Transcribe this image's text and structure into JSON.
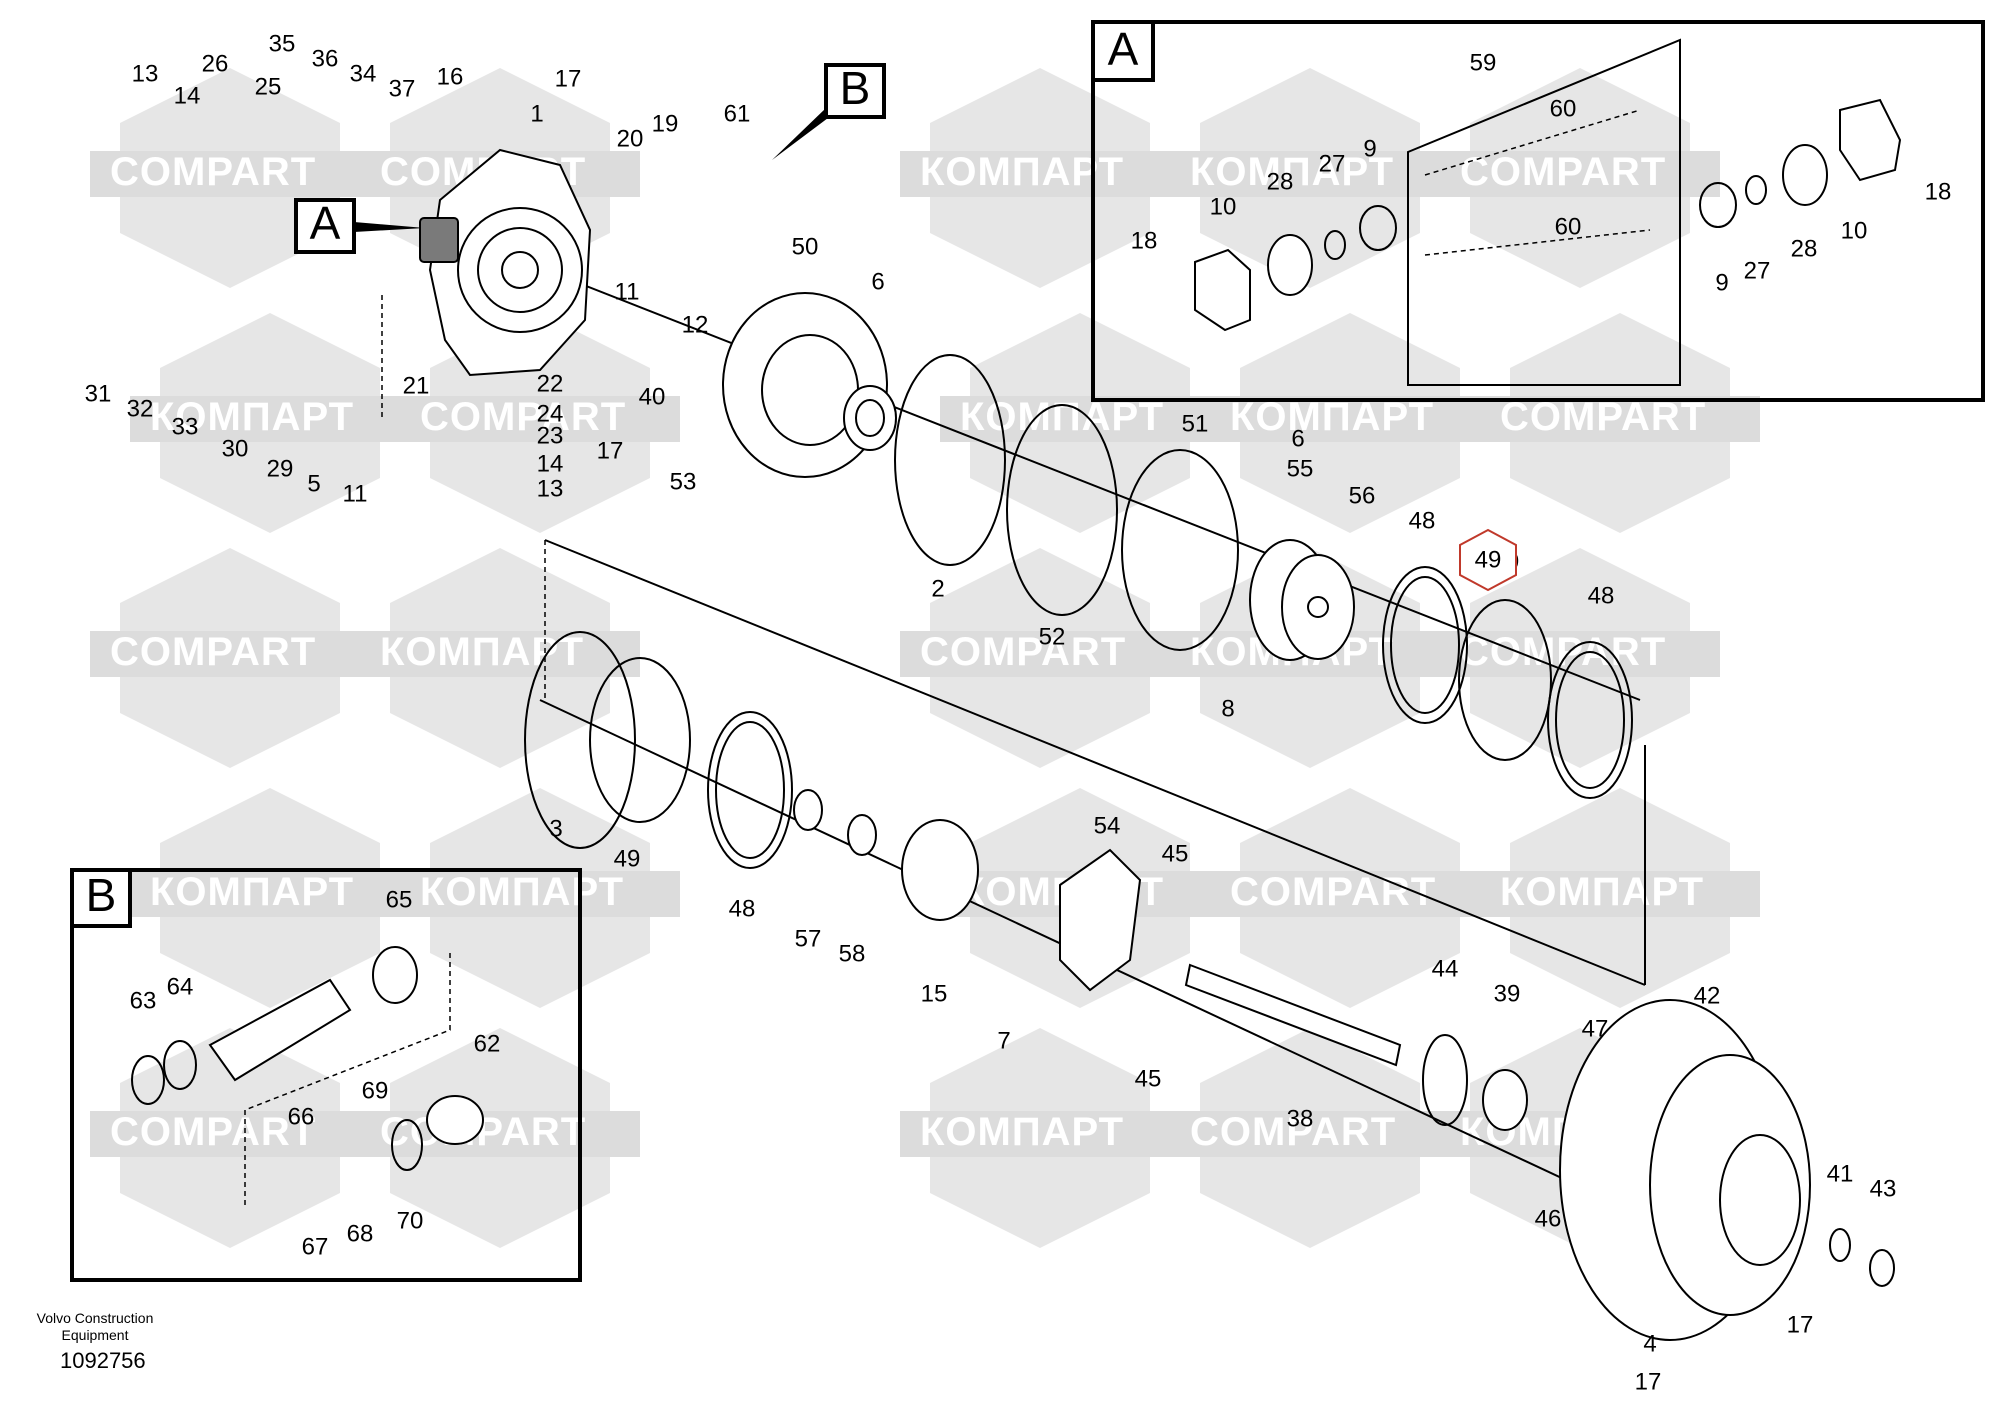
{
  "watermark": {
    "brand_latin": "COMPART",
    "brand_cyrillic": "КОМПАРТ",
    "positions": [
      {
        "row": 0,
        "text": "COMPART"
      },
      {
        "row": 0,
        "text": "COMPART"
      },
      {
        "row": 0,
        "text": "КОМПАРТ"
      },
      {
        "row": 0,
        "text": "КОМПАРТ"
      },
      {
        "row": 0,
        "text": "COMPART"
      },
      {
        "row": 1,
        "text": "КОМПАРТ"
      },
      {
        "row": 1,
        "text": "COMPART"
      },
      {
        "row": 1,
        "text": "КОМПАРТ"
      },
      {
        "row": 1,
        "text": "КОМПАРТ"
      },
      {
        "row": 1,
        "text": "COMPART"
      },
      {
        "row": 2,
        "text": "COMPART"
      },
      {
        "row": 2,
        "text": "КОМПАРТ"
      },
      {
        "row": 2,
        "text": "COMPART"
      },
      {
        "row": 2,
        "text": "КОМПАРТ"
      },
      {
        "row": 2,
        "text": "COMPART"
      },
      {
        "row": 3,
        "text": "КОМПАРТ"
      },
      {
        "row": 3,
        "text": "КОМПАРТ"
      },
      {
        "row": 3,
        "text": "КОМПАРТ"
      },
      {
        "row": 3,
        "text": "COMPART"
      },
      {
        "row": 3,
        "text": "КОМПАРТ"
      },
      {
        "row": 4,
        "text": "COMPART"
      },
      {
        "row": 4,
        "text": "COMPART"
      },
      {
        "row": 4,
        "text": "КОМПАРТ"
      },
      {
        "row": 4,
        "text": "COMPART"
      },
      {
        "row": 4,
        "text": "КОМПАРТ"
      }
    ]
  },
  "detail_boxes": {
    "a_label": "A",
    "b_label": "B",
    "a_callout": "A",
    "b_callout": "B"
  },
  "callouts": [
    "13",
    "26",
    "35",
    "36",
    "34",
    "37",
    "16",
    "17",
    "1",
    "14",
    "25",
    "20",
    "19",
    "61",
    "11",
    "12",
    "50",
    "6",
    "31",
    "32",
    "33",
    "30",
    "29",
    "5",
    "11",
    "21",
    "22",
    "24",
    "23",
    "14",
    "13",
    "17",
    "40",
    "53",
    "2",
    "52",
    "51",
    "6",
    "55",
    "56",
    "48",
    "49",
    "48",
    "8",
    "3",
    "49",
    "48",
    "57",
    "58",
    "15",
    "7",
    "54",
    "45",
    "45",
    "38",
    "44",
    "39",
    "47",
    "42",
    "46",
    "41",
    "43",
    "17",
    "4",
    "17",
    "59",
    "60",
    "60",
    "27",
    "9",
    "28",
    "10",
    "18",
    "9",
    "27",
    "28",
    "10",
    "18",
    "65",
    "63",
    "64",
    "62",
    "69",
    "66",
    "67",
    "68",
    "70"
  ],
  "highlighted_callout": "49",
  "highlight_color": "#c0392b",
  "footer": {
    "company_line1": "Volvo Construction",
    "company_line2": "Equipment",
    "drawing_number": "1092756"
  }
}
